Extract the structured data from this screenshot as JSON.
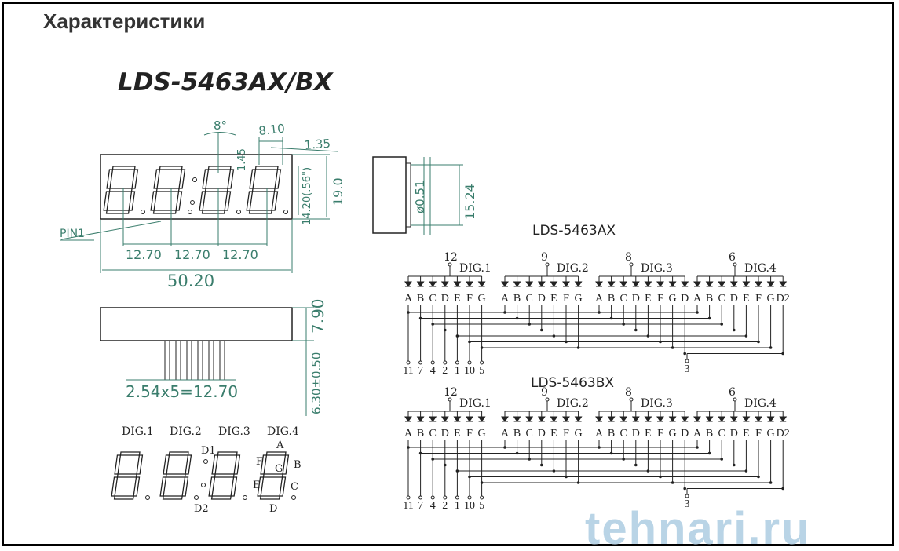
{
  "title": "Характеристики",
  "part_title": "LDS-5463AX/BX",
  "front_view": {
    "angle": "8°",
    "seg_width": "8.10",
    "offset": "1.35",
    "small": "1.45",
    "digit_height": "14.20(.56\")",
    "height": "19.0",
    "pin1": "PIN1",
    "pitch": [
      "12.70",
      "12.70",
      "12.70"
    ],
    "width": "50.20"
  },
  "side_view": {
    "pin_dia": "ø0.51",
    "pin_span": "15.24"
  },
  "bottom_view": {
    "pins": "2.54x5=12.70",
    "pin_len": "6.30±0.50",
    "depth": "7.90"
  },
  "digit_map": {
    "digits": [
      "DIG.1",
      "DIG.2",
      "DIG.3",
      "DIG.4"
    ],
    "d1": "D1",
    "d2": "D2",
    "segments": {
      "a": "A",
      "b": "B",
      "c": "C",
      "d": "D",
      "e": "E",
      "f": "F",
      "g": "G"
    }
  },
  "schematics": [
    {
      "title": "LDS-5463AX",
      "common_pins": [
        "12",
        "9",
        "8",
        "6"
      ],
      "digit_labels": [
        "DIG.1",
        "DIG.2",
        "DIG.3",
        "DIG.4"
      ],
      "segment_labels": [
        "A",
        "B",
        "C",
        "D",
        "E",
        "F",
        "G"
      ],
      "dp_labels": [
        "D",
        "D2"
      ],
      "segment_pins": [
        "11",
        "7",
        "4",
        "2",
        "1",
        "10",
        "5"
      ],
      "dp_pin": "3"
    },
    {
      "title": "LDS-5463BX",
      "common_pins": [
        "12",
        "9",
        "8",
        "6"
      ],
      "digit_labels": [
        "DIG.1",
        "DIG.2",
        "DIG.3",
        "DIG.4"
      ],
      "segment_labels": [
        "A",
        "B",
        "C",
        "D",
        "E",
        "F",
        "G"
      ],
      "dp_labels": [
        "D",
        "D2"
      ],
      "segment_pins": [
        "11",
        "7",
        "4",
        "2",
        "1",
        "10",
        "5"
      ],
      "dp_pin": "3"
    }
  ],
  "watermark": "tehnari.ru",
  "colors": {
    "dimension": "#3a7d6c",
    "line": "#222222",
    "watermark": "#b9d4e6"
  }
}
